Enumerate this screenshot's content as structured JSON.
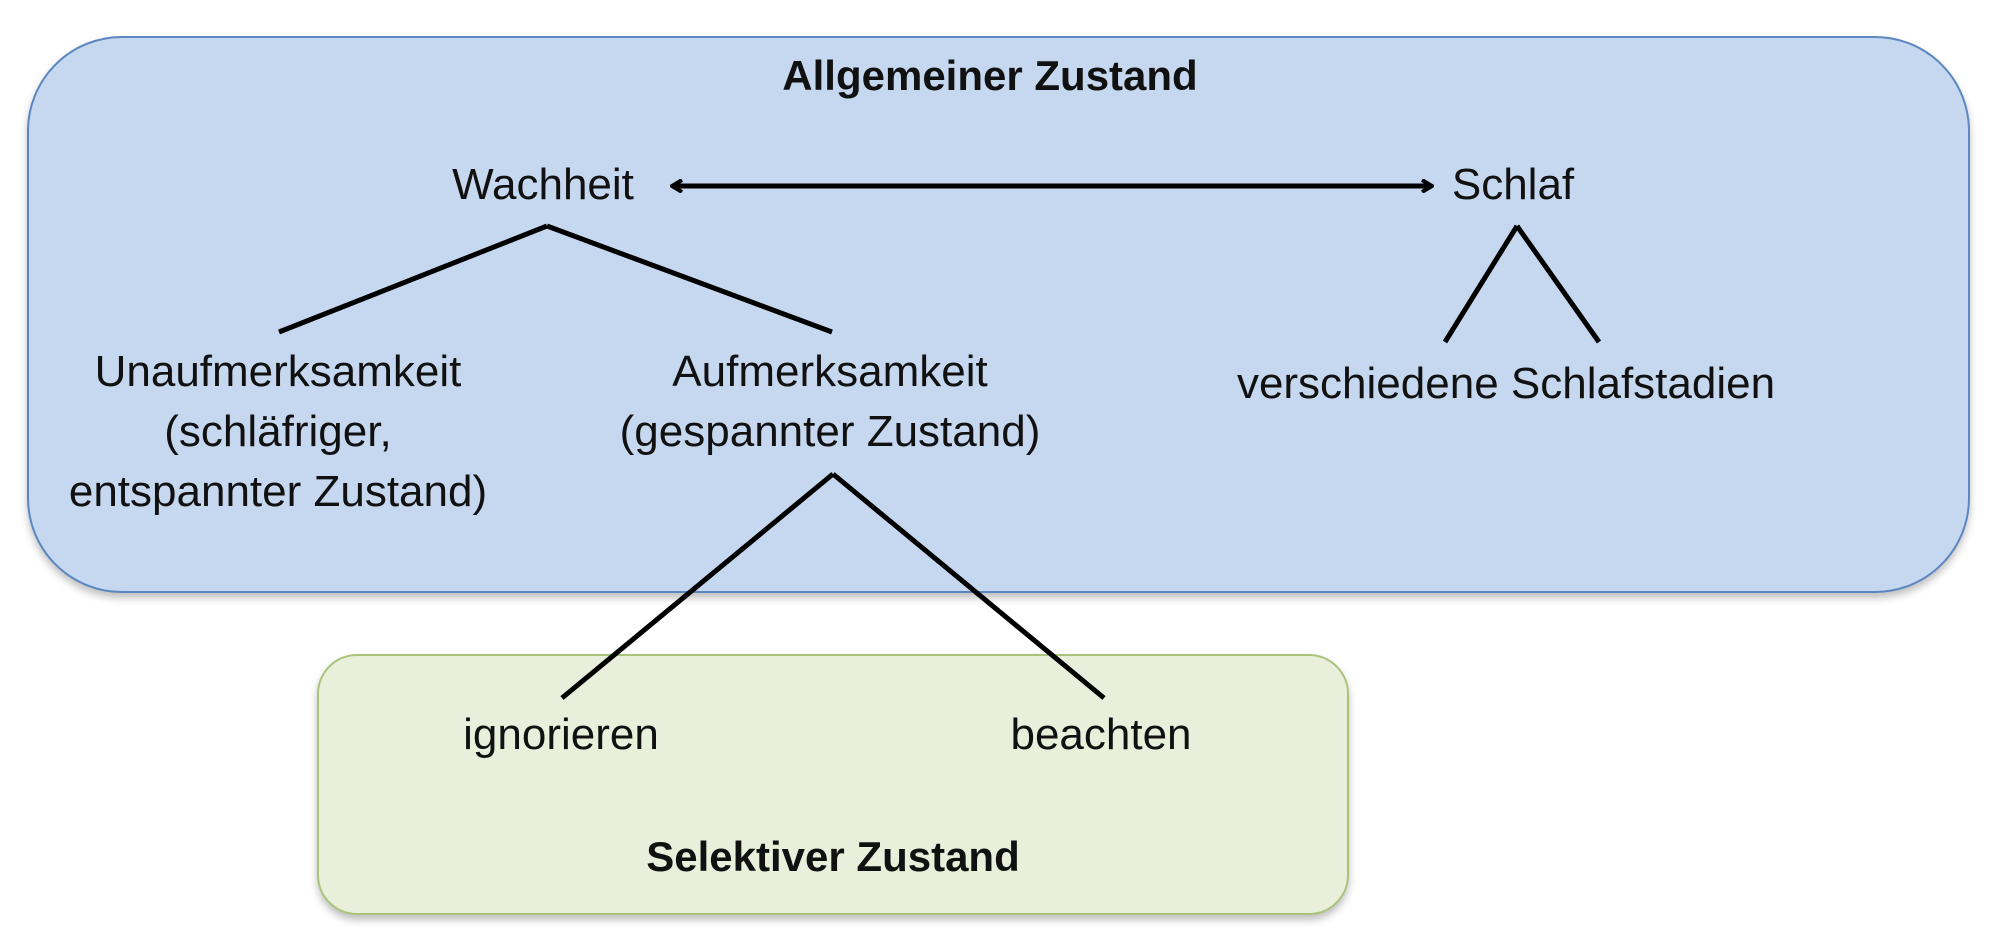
{
  "diagram": {
    "general_state": {
      "title": "Allgemeiner Zustand",
      "wakefulness": "Wachheit",
      "sleep": "Schlaf",
      "inattention_line1": "Unaufmerksamkeit",
      "inattention_line2": "(schläfriger,",
      "inattention_line3": "entspannter Zustand)",
      "attention_line1": "Aufmerksamkeit",
      "attention_line2": "(gespannter Zustand)",
      "sleep_stages": "verschiedene Schlafstadien"
    },
    "selective_state": {
      "title": "Selektiver Zustand",
      "ignore": "ignorieren",
      "attend": "beachten"
    },
    "colors": {
      "general_fill": "#c6d8f0",
      "general_border": "#5b87c0",
      "selective_fill": "#e8f0dc",
      "selective_border": "#a9c47a"
    }
  }
}
